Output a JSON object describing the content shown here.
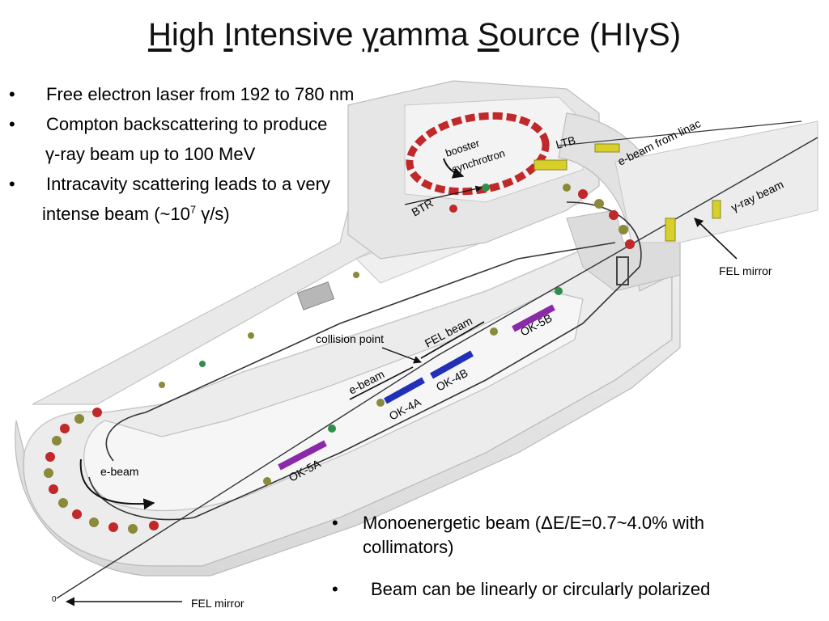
{
  "title": {
    "h": "H",
    "igh": "igh ",
    "i": "I",
    "ntensive": "ntensive ",
    "gamma_symbol": "γ",
    "amma": "amma ",
    "s": "S",
    "ource": "ource ",
    "acronym_pre": "(HI",
    "acronym_gamma": "γ",
    "acronym_post": "S)"
  },
  "bullets_top": {
    "bullet_char": "•",
    "item1": "Free electron laser from 192 to 780 nm",
    "item2_line1": "Compton backscattering to produce",
    "item2_line2": "γ-ray beam up to 100 MeV",
    "item3_line1": "Intracavity scattering leads to a very",
    "item3_line2_pre": "intense beam (~10",
    "item3_line2_sup": "7",
    "item3_line2_post": " γ/s)"
  },
  "diagram": {
    "labels": {
      "booster_synchrotron_1": "booster",
      "booster_synchrotron_2": "synchrotron",
      "ltb": "LTB",
      "btr": "BTR",
      "e_beam_from_linac": "e-beam from linac",
      "gamma_ray_beam": "γ-ray beam",
      "fel_mirror_right": "FEL mirror",
      "fel_mirror_bottom": "FEL mirror",
      "collision_point": "collision point",
      "fel_beam": "FEL beam",
      "e_beam_mid": "e-beam",
      "e_beam_loop": "e-beam",
      "ok5a": "OK-5A",
      "ok4a": "OK-4A",
      "ok4b": "OK-4B",
      "ok5b": "OK-5B",
      "zero_marker": "0"
    },
    "colors": {
      "wall": "#e4e4e4",
      "wall_edge": "#bdbdbd",
      "magnet_red": "#c0282a",
      "magnet_olive": "#8a8a3a",
      "wiggler_purple": "#8a2aa8",
      "wiggler_blue": "#2230b8",
      "beamline": "#333333",
      "yellow": "#d8cf2a"
    }
  },
  "bullets_bottom": {
    "bullet_char": "•",
    "item1_line1": "Monoenergetic beam (ΔE/E=0.7~4.0%  with",
    "item1_line2": "collimators)",
    "item2": "Beam can be linearly or circularly polarized"
  }
}
